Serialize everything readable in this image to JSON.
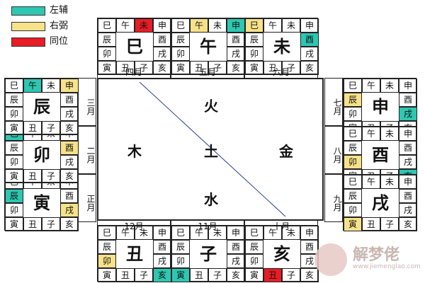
{
  "legend": [
    {
      "color": "#2ec7b1",
      "label": "左辅"
    },
    {
      "color": "#f7e28a",
      "label": "右弼"
    },
    {
      "color": "#e81d26",
      "label": "同位"
    }
  ],
  "ring": [
    "巳",
    "午",
    "未",
    "申",
    "酉",
    "戌",
    "亥",
    "子",
    "丑",
    "寅",
    "卯",
    "辰"
  ],
  "palaces": [
    {
      "id": "si",
      "name": "巳",
      "month": "四月",
      "highlights": {
        "未": "red"
      }
    },
    {
      "id": "wu",
      "name": "午",
      "month": "五月",
      "highlights": {
        "午": "yellow",
        "申": "teal"
      }
    },
    {
      "id": "wei",
      "name": "未",
      "month": "六月",
      "highlights": {
        "巳": "yellow",
        "酉": "teal"
      }
    },
    {
      "id": "shen",
      "name": "申",
      "month": "七月",
      "highlights": {
        "辰": "yellow",
        "戌": "teal"
      }
    },
    {
      "id": "you",
      "name": "酉",
      "month": "八月",
      "highlights": {
        "卯": "yellow",
        "亥": "teal"
      }
    },
    {
      "id": "xu",
      "name": "戌",
      "month": "九月",
      "highlights": {
        "寅": "yellow"
      }
    },
    {
      "id": "hai",
      "name": "亥",
      "month": "十月",
      "highlights": {
        "丑": "red"
      }
    },
    {
      "id": "zi",
      "name": "子",
      "month": "11月",
      "highlights": {
        "寅": "teal"
      }
    },
    {
      "id": "chou",
      "name": "丑",
      "month": "12月",
      "highlights": {
        "卯": "yellow",
        "亥": "teal"
      }
    },
    {
      "id": "yin",
      "name": "寅",
      "month": "正月",
      "highlights": {
        "辰": "teal",
        "戌": "yellow"
      }
    },
    {
      "id": "mao",
      "name": "卯",
      "month": "二月",
      "highlights": {
        "巳": "teal",
        "酉": "yellow"
      }
    },
    {
      "id": "chen",
      "name": "辰",
      "month": "三月",
      "highlights": {
        "午": "teal",
        "申": "yellow"
      }
    }
  ],
  "elements": {
    "fire": "火",
    "wood": "木",
    "earth": "土",
    "metal": "金",
    "water": "水"
  },
  "watermark": {
    "title": "解梦佬",
    "url": "www.jiemenglao.com"
  }
}
